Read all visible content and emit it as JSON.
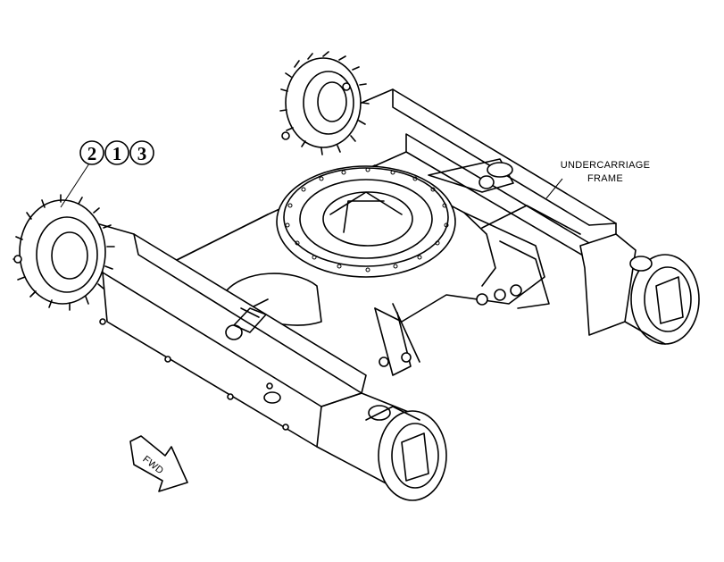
{
  "callouts": [
    "2",
    "1",
    "3"
  ],
  "frame_label": {
    "line1": "UNDERCARRIAGE",
    "line2": "FRAME"
  },
  "direction_arrow": "FWD"
}
